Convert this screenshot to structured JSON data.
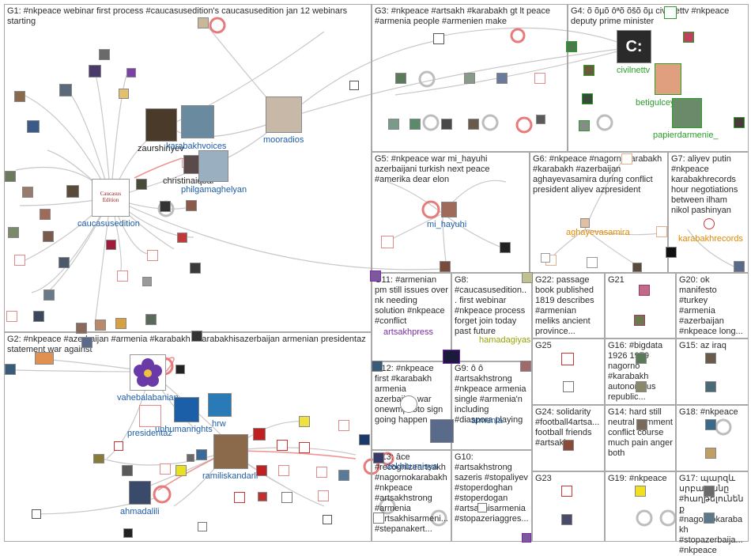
{
  "groups": [
    {
      "id": "G1",
      "label": "G1: #nkpeace webinar first process #caucasusedition's caucasusedition jan 12 webinars starting"
    },
    {
      "id": "G2",
      "label": "G2: #nkpeace #azerbaijan #armenia #karabakh #karabakhisazerbaijan armenian presidentaz statement war against"
    },
    {
      "id": "G3",
      "label": "G3: #nkpeace #artsakh #karabakh gt lt peace #armenia people #armenien make"
    },
    {
      "id": "G4",
      "label": "G4: õ õµõ ôªõ õšõ õµ civilnettv #nkpeace deputy prime minister"
    },
    {
      "id": "G5",
      "label": "G5: #nkpeace war mi_hayuhi azerbaijani turkish next peace #amerika dear elon"
    },
    {
      "id": "G6",
      "label": "G6: #nkpeace #nagornokarabakh #karabakh #azerbaijan aghayevasamira during conflict president aliyev azpresident"
    },
    {
      "id": "G7",
      "label": "G7: aliyev putin #nkpeace karabakhrecords hour negotiations between ilham nikol pashinyan"
    },
    {
      "id": "G8",
      "label": "G8: #caucasusedition... first webinar #nkpeace process forget join today past future"
    },
    {
      "id": "G9",
      "label": "G9: ô ô #artsakhstrong #nkpeace armenia single #armenia'n including #diaspora playing"
    },
    {
      "id": "G10",
      "label": "G10: #artsakhstrong sazeris #stopaliyev #stoperdoghan #stoperdogan #artsakhisarmenia #stopazeriaggres..."
    },
    {
      "id": "G11",
      "label": "G11: #armenian pm still issues over nk needing solution #nkpeace #conflict"
    },
    {
      "id": "G12",
      "label": "G12: #nkpeace first #karabakh armenia azerbaijan war onewmphoto sign going happen"
    },
    {
      "id": "G13",
      "label": "G13: âce #recognizeartsakh #nagornokarabakh #nkpeace #artsakhstrong #armenia #artsakhisarmeni... #stepanakert..."
    },
    {
      "id": "G14",
      "label": "G14: hard still neutral comment conflict course much pain anger both"
    },
    {
      "id": "G15",
      "label": "G15: az iraq"
    },
    {
      "id": "G16",
      "label": "G16: #bigdata 1926 1979 nagorno #karabakh autonomous republic..."
    },
    {
      "id": "G17",
      "label": "G17: պարզև սրբազանը #հաղթելունենք #nagornokarabakh #stopazerbaija... #nkpeace"
    },
    {
      "id": "G18",
      "label": "G18: #nkpeace"
    },
    {
      "id": "G19",
      "label": "G19: #nkpeace"
    },
    {
      "id": "G20",
      "label": "G20: ok manifesto #turkey #armenia #azerbaijan #nkpeace long..."
    },
    {
      "id": "G21",
      "label": "G21"
    },
    {
      "id": "G22",
      "label": "G22: passage book published 1819 describes #armenian meliks ancient province..."
    },
    {
      "id": "G23",
      "label": "G23"
    },
    {
      "id": "G24",
      "label": "G24: solidarity #football4artsa... football friends #artsakh"
    },
    {
      "id": "G25",
      "label": "G25"
    }
  ],
  "labels": {
    "zaurshiriyev": "zaurshiriyev",
    "karabakhvoices": "karabakhvoices",
    "mooradios": "mooradios",
    "christinaiqbal": "christinaiqbal",
    "philgamaghelyan": "philgamaghelyan",
    "caucasusedition": "caucasusedition",
    "civilnettv": "civilnettv",
    "betigulceylan": "betigulceylan",
    "papierdarmenie": "papierdarmenie_",
    "mi_hayuhi": "mi_hayuhi",
    "aghayevasamira": "aghayevasamira",
    "karabakhrecords": "karabakhrecords",
    "artsakhpress": "artsakhpress",
    "hamadagiyas": "hamadagiyas",
    "vahebalabanian": "vahebalabanian",
    "unhumanrights": "unhumanrights",
    "presidentaz": "presidentaz",
    "hrw": "hrw",
    "ramiliskandarli": "ramiliskandarli",
    "ahmadalili": "ahmadalili",
    "dekhburnisya": "dekhburnisya",
    "armenia": "armenia",
    "caucasus_edition_thumb": "Caucasus Edition",
    "civilnet_glyph": "C:"
  },
  "colors": {
    "edge": "#c8c8c8",
    "edge_dark": "#9a9a9a",
    "edge_red": "#e87a7a",
    "group_border": "#a9a9a9",
    "label_blue": "#1f5ea8",
    "label_green": "#2a9d2a",
    "label_purple": "#7a2aa8",
    "label_orange": "#e08a00"
  }
}
